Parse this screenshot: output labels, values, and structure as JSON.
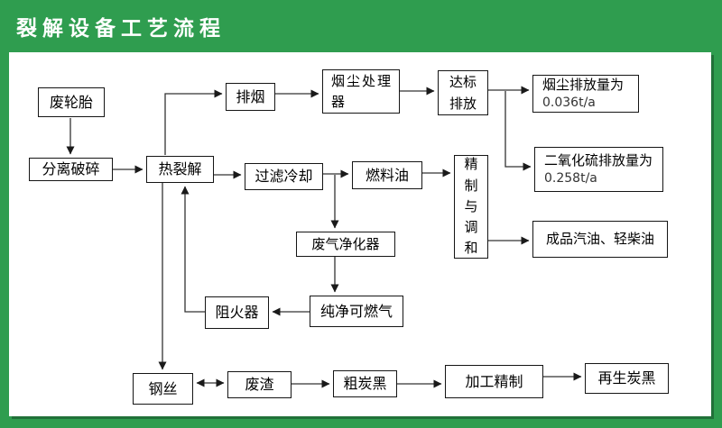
{
  "header": {
    "title": "裂解设备工艺流程"
  },
  "colors": {
    "brand_green": "#2f9d4f",
    "box_border": "#151515",
    "panel_bg": "#ffffff",
    "connector": "#333333"
  },
  "nodes": {
    "waste_tire": {
      "label": "废轮胎"
    },
    "separation": {
      "label": "分离破碎"
    },
    "pyrolysis": {
      "label": "热裂解"
    },
    "smoke_exhaust": {
      "label": "排烟"
    },
    "dust_processor": {
      "label": "烟尘处理器"
    },
    "standard_discharge": {
      "label": "达标排放"
    },
    "dust_emission": {
      "label": "烟尘排放量为",
      "value": "0.036t/a"
    },
    "so2_emission": {
      "label": "二氧化硫排放量为",
      "value": "0.258t/a"
    },
    "filter_cooling": {
      "label": "过滤冷却"
    },
    "fuel_oil": {
      "label": "燃料油"
    },
    "refine_blend": {
      "label": "精制与调和"
    },
    "finished_oil": {
      "label": "成品汽油、轻柴油"
    },
    "gas_purifier": {
      "label": "废气净化器"
    },
    "clean_gas": {
      "label": "纯净可燃气"
    },
    "flame_arrester": {
      "label": "阻火器"
    },
    "steel_wire": {
      "label": "钢丝"
    },
    "waste_residue": {
      "label": "废渣"
    },
    "crude_carbon_black": {
      "label": "粗炭黑"
    },
    "processing_refine": {
      "label": "加工精制"
    },
    "regen_carbon_black": {
      "label": "再生炭黑"
    }
  },
  "edges": [
    {
      "from": "waste_tire",
      "to": "separation"
    },
    {
      "from": "separation",
      "to": "pyrolysis"
    },
    {
      "from": "pyrolysis",
      "to": "smoke_exhaust"
    },
    {
      "from": "smoke_exhaust",
      "to": "dust_processor"
    },
    {
      "from": "dust_processor",
      "to": "standard_discharge"
    },
    {
      "from": "standard_discharge",
      "to": "dust_emission"
    },
    {
      "from": "standard_discharge",
      "to": "so2_emission"
    },
    {
      "from": "pyrolysis",
      "to": "filter_cooling"
    },
    {
      "from": "filter_cooling",
      "to": "fuel_oil"
    },
    {
      "from": "filter_cooling",
      "to": "gas_purifier"
    },
    {
      "from": "fuel_oil",
      "to": "refine_blend"
    },
    {
      "from": "refine_blend",
      "to": "finished_oil"
    },
    {
      "from": "gas_purifier",
      "to": "clean_gas"
    },
    {
      "from": "clean_gas",
      "to": "flame_arrester"
    },
    {
      "from": "flame_arrester",
      "to": "pyrolysis"
    },
    {
      "from": "pyrolysis",
      "to": "steel_wire"
    },
    {
      "from": "steel_wire",
      "to": "waste_residue",
      "bidirectional": true
    },
    {
      "from": "waste_residue",
      "to": "crude_carbon_black"
    },
    {
      "from": "crude_carbon_black",
      "to": "processing_refine"
    },
    {
      "from": "processing_refine",
      "to": "regen_carbon_black"
    }
  ]
}
